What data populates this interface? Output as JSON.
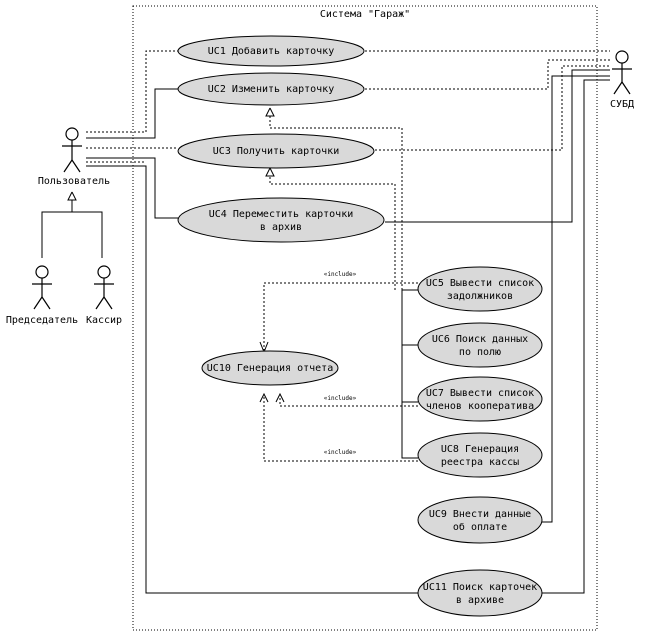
{
  "system": {
    "title": "Система \"Гараж\""
  },
  "actors": {
    "user": "Пользователь",
    "dbms": "СУБД",
    "chairman": "Председатель",
    "cashier": "Кассир"
  },
  "use_cases": {
    "uc1": [
      "UC1 Добавить карточку"
    ],
    "uc2": [
      "UC2 Изменить карточку"
    ],
    "uc3": [
      "UC3 Получить карточки"
    ],
    "uc4": [
      "UC4 Переместить карточки",
      "в архив"
    ],
    "uc5": [
      "UC5  Вывести список",
      "задолжников"
    ],
    "uc6": [
      "UC6  Поиск данных",
      "по полю"
    ],
    "uc7": [
      "UC7  Вывести список",
      "членов кооператива"
    ],
    "uc8": [
      "UC8  Генерация",
      "реестра кассы"
    ],
    "uc9": [
      "UC9  Внести данные",
      "об оплате"
    ],
    "uc10": [
      "UC10 Генерация отчета"
    ],
    "uc11": [
      "UC11  Поиск карточек",
      "в архиве"
    ]
  },
  "stereotype": "«include»"
}
